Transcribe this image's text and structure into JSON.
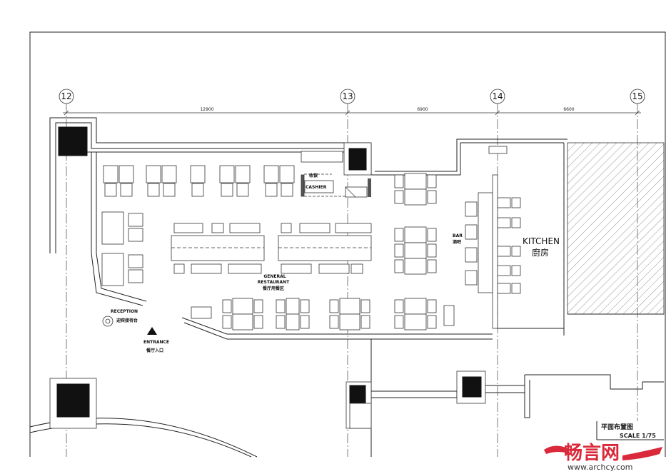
{
  "drawing": {
    "axes": [
      "12",
      "13",
      "14",
      "15"
    ],
    "dimensions": [
      "12900",
      "6900",
      "6600"
    ],
    "rooms": {
      "cashier_cn": "收银",
      "cashier_en": "CASHIER",
      "bar_en": "BAR",
      "bar_cn": "酒吧",
      "kitchen_en": "KITCHEN",
      "kitchen_cn": "廚房",
      "restaurant_en_1": "GENERAL",
      "restaurant_en_2": "RESTAURANT",
      "restaurant_cn": "餐厅用餐区",
      "reception_en": "RECEPTION",
      "reception_cn": "迎宾接待台",
      "entrance_en": "ENTRANCE",
      "entrance_cn": "餐厅入口"
    },
    "title_cn": "平面布置图",
    "scale": "SCALE 1/75"
  },
  "watermark": {
    "logo_text": "畅言网",
    "url": "www.archcy.com",
    "color": "#d9293a"
  }
}
